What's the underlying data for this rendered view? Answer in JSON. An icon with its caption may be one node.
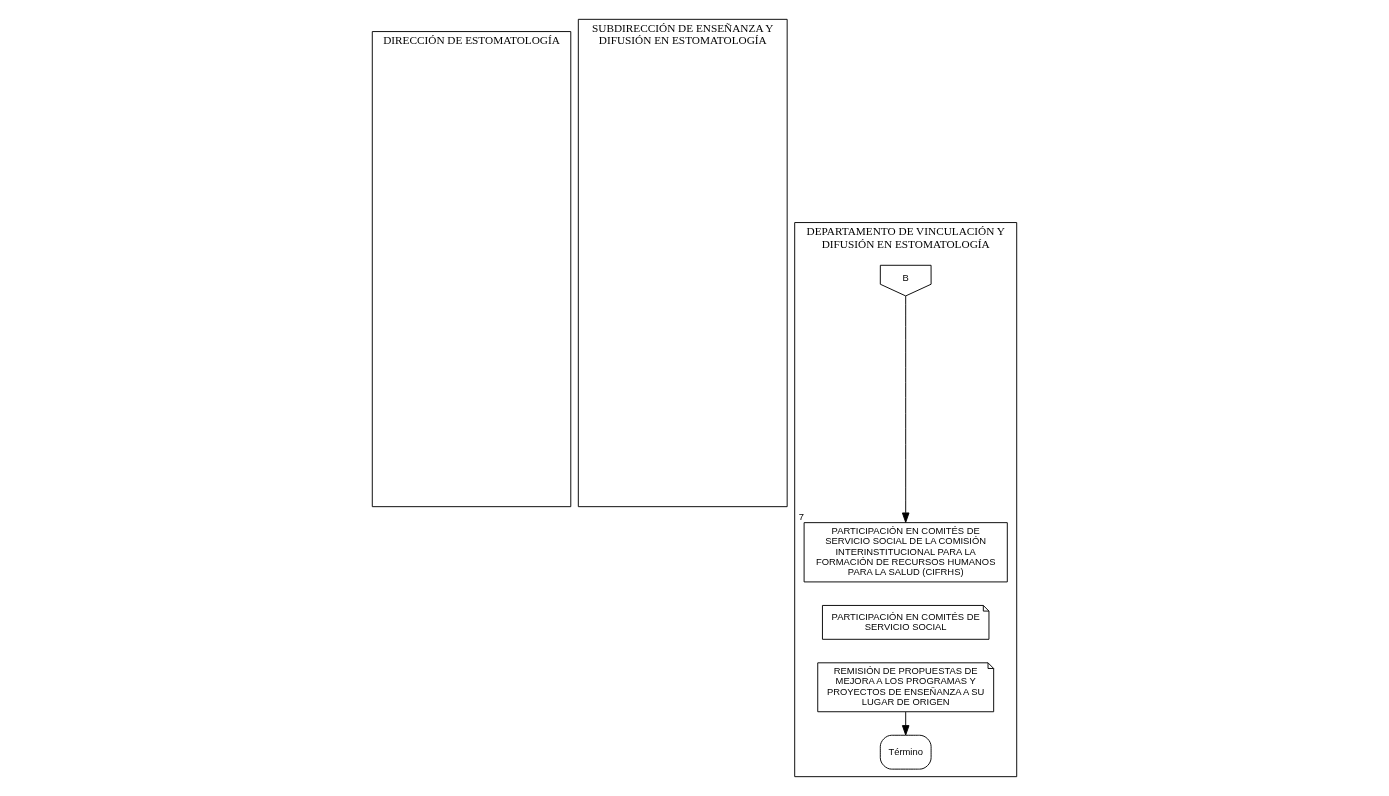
{
  "diagram": {
    "nodes": [
      {
        "text": [
          "DIRECCIÓN DE ESTOMATOLOGÍA"
        ]
      },
      {
        "text": [
          "SUBDIRECCIÓN DE ENSEÑANZA Y DIFUSIÓN EN ESTOMATOLOGÍA"
        ]
      },
      {
        "text": [
          "DEPARTAMENTO DE VINCULACIÓN Y DIFUSIÓN EN ESTOMATOLOGÍA"
        ]
      },
      {
        "text": [
          "B"
        ],
        "in": 2
      },
      {
        "text": [
          "PARTICIPACIÓN EN COMITÉS DE SERVICIO SOCIAL DE LA COMISIÓN INTERINSTITUCIONAL PARA LA FORMACIÓN DE RECURSOS HUMANOS PARA LA SALUD (CIFRHS)"
        ],
        "beside": [
          "7"
        ],
        "in": 2
      },
      {
        "text": [
          "PARTICIPACIÓN EN COMITÉS DE SERVICIO SOCIAL"
        ],
        "in": 2
      },
      {
        "text": [
          "REMISIÓN DE PROPUESTAS DE MEJORA A LOS PROGRAMAS Y PROYECTOS DE ENSEÑANZA A SU LUGAR DE ORIGEN"
        ],
        "in": 2
      },
      {
        "text": [
          "Término"
        ],
        "in": 2
      }
    ],
    "edges": [
      {
        "from": 3,
        "to": 4,
        "arrow": "to"
      },
      {
        "from": 6,
        "to": 7,
        "arrow": "to"
      }
    ]
  }
}
